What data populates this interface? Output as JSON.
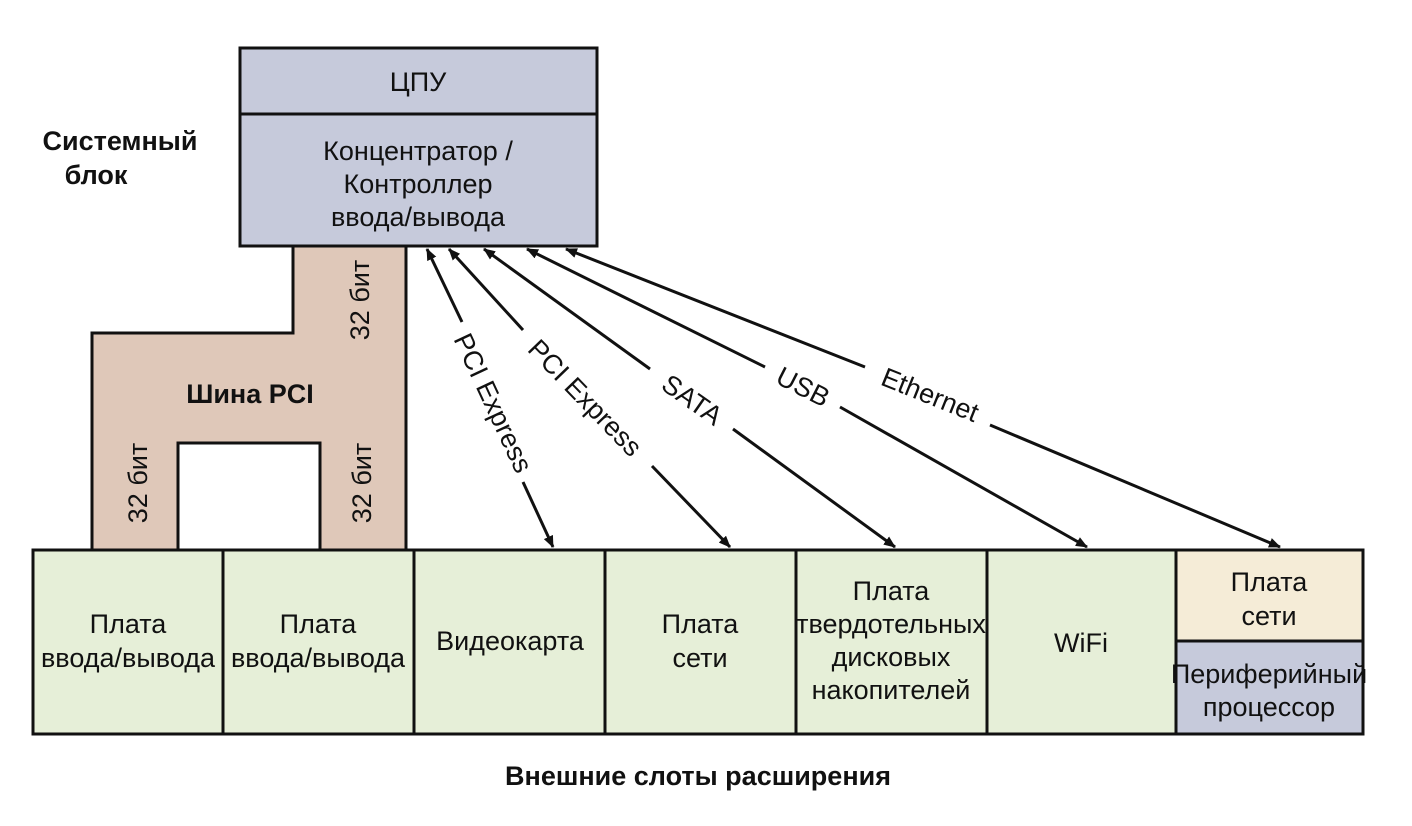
{
  "system_unit_label": [
    "Системный",
    "блок"
  ],
  "cpu": {
    "label": "ЦПУ",
    "color": "#c6cadb"
  },
  "hub": {
    "lines": [
      "Концентратор /",
      "Контроллер",
      "ввода/вывода"
    ],
    "color": "#c6cadb"
  },
  "pci_bus": {
    "label": "Шина PCI",
    "color": "#dfc8b9",
    "width_labels": [
      "32 бит",
      "32 бит",
      "32 бит"
    ]
  },
  "expansion_slots_title": "Внешние слоты расширения",
  "slots": [
    {
      "lines": [
        "Плата",
        "ввода/вывода"
      ]
    },
    {
      "lines": [
        "Плата",
        "ввода/вывода"
      ]
    },
    {
      "lines": [
        "Видеокарта"
      ]
    },
    {
      "lines": [
        "Плата",
        "сети"
      ]
    },
    {
      "lines": [
        "Плата",
        "твердотельных",
        "дисковых",
        "накопителей"
      ]
    },
    {
      "lines": [
        "WiFi"
      ]
    },
    {
      "lines": [
        "Плата",
        "сети"
      ],
      "color": "#f5ecd7"
    }
  ],
  "peripheral_processor": {
    "lines": [
      "Периферийный",
      "процессор"
    ],
    "color": "#c6cadb"
  },
  "slot_color": "#e6efd8",
  "connections": [
    "PCI Express",
    "PCI Express",
    "SATA",
    "USB",
    "Ethernet"
  ]
}
